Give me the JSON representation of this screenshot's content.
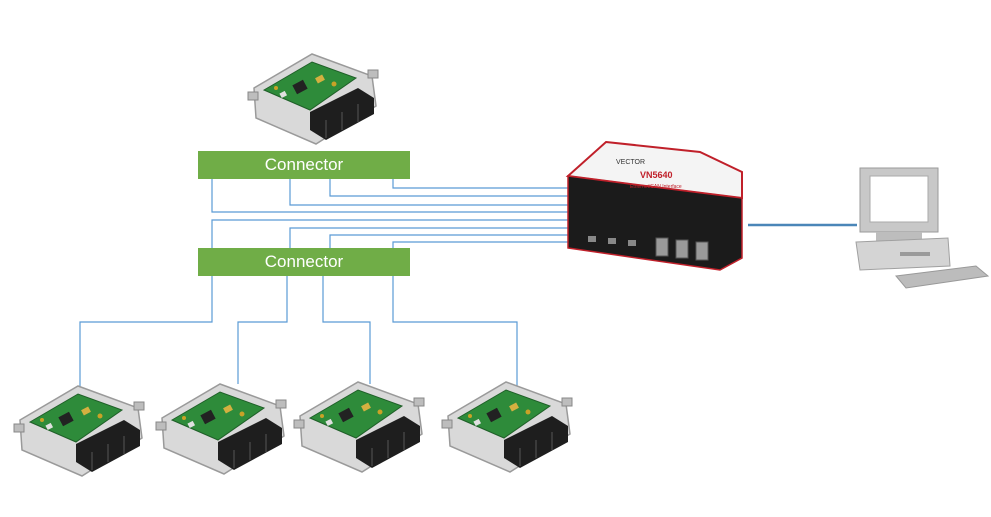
{
  "connectors": {
    "top_label": "Connector",
    "bottom_label": "Connector"
  },
  "interface_box": {
    "brand": "VECTOR",
    "model": "VN5640",
    "subtitle": "Ethernet/CAN Interface"
  },
  "colors": {
    "connector_fill": "#70ad47",
    "wire": "#5b9bd5",
    "pcb_green": "#2e8b3a",
    "plug_black": "#1e1e1e",
    "interface_red": "#c0202a",
    "pc_gray": "#c8c8c8"
  },
  "icons": {
    "ecu": "ecu-module-icon",
    "interface": "network-interface-icon",
    "computer": "desktop-computer-icon"
  }
}
